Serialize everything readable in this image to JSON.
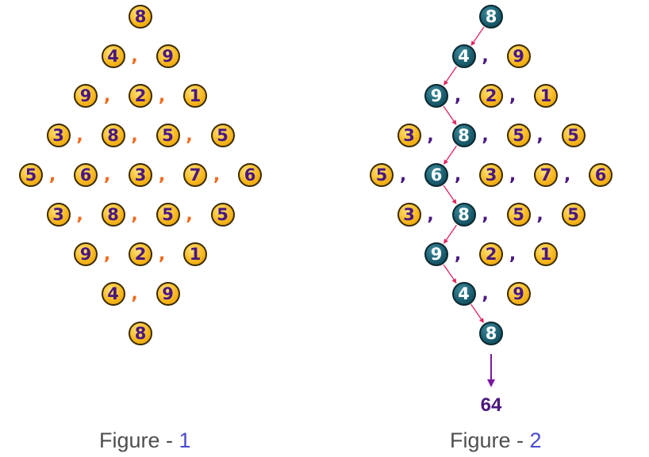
{
  "colors": {
    "yellow": "#f7b81f",
    "teal": "#1c5f70",
    "digit_on_yellow": "#4a1780",
    "comma_fig1": "#f06a1c",
    "comma_fig2": "#4a1780",
    "path_arrow": "#e0245e",
    "result_arrow": "#7a1aa0",
    "caption_num": "#4a4ad0"
  },
  "figure1": {
    "rows": [
      [
        "8"
      ],
      [
        "4",
        "9"
      ],
      [
        "9",
        "2",
        "1"
      ],
      [
        "3",
        "8",
        "5",
        "5"
      ],
      [
        "5",
        "6",
        "3",
        "7",
        "6"
      ],
      [
        "3",
        "8",
        "5",
        "5"
      ],
      [
        "9",
        "2",
        "1"
      ],
      [
        "4",
        "9"
      ],
      [
        "8"
      ]
    ],
    "caption_text": "Figure - ",
    "caption_num": "1"
  },
  "figure2": {
    "rows": [
      [
        "8"
      ],
      [
        "4",
        "9"
      ],
      [
        "9",
        "2",
        "1"
      ],
      [
        "3",
        "8",
        "5",
        "5"
      ],
      [
        "5",
        "6",
        "3",
        "7",
        "6"
      ],
      [
        "3",
        "8",
        "5",
        "5"
      ],
      [
        "9",
        "2",
        "1"
      ],
      [
        "4",
        "9"
      ],
      [
        "8"
      ]
    ],
    "highlight_path": [
      0,
      0,
      0,
      1,
      1,
      1,
      0,
      0,
      0
    ],
    "result": "64",
    "caption_text": "Figure - ",
    "caption_num": "2"
  }
}
